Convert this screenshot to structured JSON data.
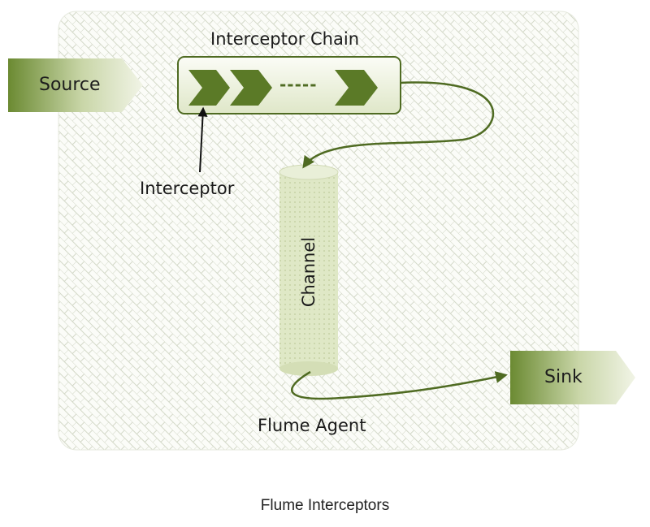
{
  "diagram": {
    "agent_label": "Flume Agent",
    "source_label": "Source",
    "sink_label": "Sink",
    "channel_label": "Channel",
    "chain_label": "Interceptor Chain",
    "chain_dashes": "-----",
    "interceptor_label": "Interceptor"
  },
  "caption": "Flume Interceptors",
  "colors": {
    "dark_green": "#4f6b22",
    "light_green": "#dfe8c6",
    "pale_bg": "#f3f5ec",
    "pattern_line": "#c9cfbd"
  }
}
